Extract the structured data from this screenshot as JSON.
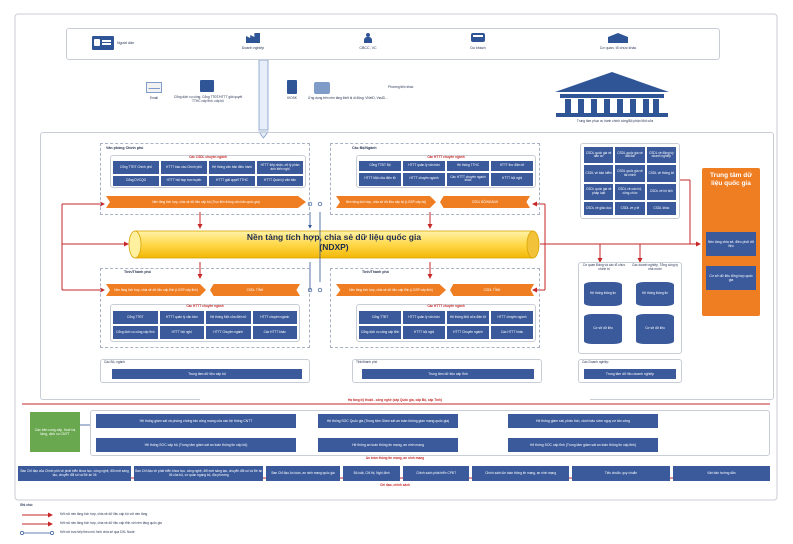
{
  "top_actors": [
    {
      "label": "Người dân",
      "icon": "id-card-icon"
    },
    {
      "label": "Doanh nghiệp",
      "icon": "factory-icon"
    },
    {
      "label": "CBCC, VC",
      "icon": "worker-icon"
    },
    {
      "label": "Du khách",
      "icon": "bus-icon"
    },
    {
      "label": "Cơ quan, tổ chức khác",
      "icon": "building-icon"
    }
  ],
  "channels": {
    "email": "Email",
    "portal": "Cổng dịch vụ công, Cổng TTĐT/HTTT giải quyết TTHC cấp tỉnh, cấp bộ",
    "kiosk": "KIOSK",
    "apps": "Ứng dụng trên nền tảng thiết bị di động: VNeID, VssID...",
    "other": "Phương tiện khác"
  },
  "command_center": "Trung tâm phục vụ hành chính công/Bộ phận Một cửa",
  "ministry_box": {
    "title": "Văn phòng Chính phủ",
    "csdl_header": "Các CSDL chuyên ngành",
    "items": [
      "Cổng TTĐT Chính phủ",
      "HTTT báo cáo Chính phủ",
      "Hệ thống văn bản điều hành",
      "HTTT tiếp nhận, xử lý phản ánh kiến nghị",
      "Cổng DVCQG",
      "HTTT hội họp trực tuyến",
      "HTTT giải quyết TTHC",
      "HTTT Quản lý văn bản"
    ],
    "bus": "Nền tảng tích hợp, chia sẻ dữ liệu cấp bộ (Trục liên thông văn bản quốc gia)"
  },
  "bo_nganh_box": {
    "title": "Các Bộ/Ngành",
    "csdl_header": "Các HTTT chuyên ngành",
    "items": [
      "Cổng TTĐT Bộ",
      "HTTT quản lý văn bản",
      "Hệ thống TTHC",
      "HTTT thư điện tử",
      "HTTT Một cửa điện tử",
      "HTTT chuyên ngành",
      "Các HTTT chuyên ngành khác",
      "HTTT hội nghị"
    ],
    "bus": "Nền tảng tích hợp, chia sẻ dữ liệu cấp bộ (LGSP cấp bộ)",
    "bus_tag": "CSDL BỘ/NGÀNH"
  },
  "ndxp": {
    "line1": "Nền tảng tích hợp, chia sẻ dữ liệu quốc gia",
    "line2": "(NDXP)"
  },
  "province_left": {
    "title": "Tỉnh/Thành phố",
    "bus": "Nền tảng tích hợp, chia sẻ dữ liệu cấp tỉnh (LGSP cấp tỉnh)",
    "bus_tag": "CSDL TỈNH",
    "csdl_header": "Các HTTT chuyên ngành",
    "items": [
      "Cổng TTĐT",
      "HTTT quản lý văn bản",
      "Hệ thống Một cửa điện tử",
      "HTTT chuyên ngành",
      "Cổng dịch vụ công cấp tỉnh",
      "HTTT hội nghị",
      "HTTT Chuyên ngành",
      "Các HTTT khác"
    ]
  },
  "province_right": {
    "title": "Tỉnh/Thành phố",
    "bus": "Nền tảng tích hợp, chia sẻ dữ liệu cấp tỉnh (LGSP cấp tỉnh)",
    "bus_tag": "CSDL TỈNH",
    "csdl_header": "Các HTTT chuyên ngành",
    "items": [
      "Cổng TTĐT",
      "HTTT quản lý văn bản",
      "Hệ thống Một cửa điện tử",
      "HTTT chuyên ngành",
      "Cổng dịch vụ công cấp tỉnh",
      "HTTT hội nghị",
      "HTTT Chuyên ngành",
      "Các HTTT khác"
    ]
  },
  "national_dbs": [
    "CSDL quốc gia về dân cư",
    "CSDL quốc gia về đất đai",
    "CSDL về đăng ký doanh nghiệp",
    "CSDL về bảo hiểm",
    "CSDL quốc gia về tài chính",
    "CSDL về thống kê",
    "CSDL quốc gia về pháp luật",
    "CSDL về cán bộ, công chức",
    "CSDL về hộ tịch",
    "CSDL về giáo dục",
    "CSDL về y tế",
    "CSDL khác"
  ],
  "national_center": {
    "title": "Trung tâm dữ liệu quốc gia",
    "item1": "Nền tảng chia sẻ, điều phối dữ liệu",
    "item2": "Cơ sở dữ liệu tổng hợp quốc gia"
  },
  "right_cylinders": {
    "col1_header": "Cơ quan Đảng và các tổ chức chính trị",
    "col2_header": "Các doanh nghiệp, Tổng công ty nhà nước",
    "col1_a": "Hệ thống thông tin",
    "col1_b": "Cơ sở dữ liệu",
    "col2_a": "Hệ thống thông tin",
    "col2_b": "Cơ sở dữ liệu"
  },
  "data_centers": {
    "left_title": "Các Bộ, ngành",
    "left": "Trung tâm dữ liệu cấp bộ",
    "mid_title": "Tỉnh/thành phố",
    "mid": "Trung tâm dữ liệu cấp tỉnh",
    "right_title": "Các Doanh nghiệp",
    "right": "Trung tâm dữ liệu doanh nghiệp"
  },
  "infra_label": "Hạ tầng kỹ thuật - công nghệ (cấp Quốc gia, cấp Bộ, cấp Tỉnh)",
  "security": {
    "green": "Các bên cung cấp, thuê hạ tầng, dịch vụ CNTT",
    "soc_national": "Hệ thống SOC Quốc gia (Trung tâm Giám sát an toàn không gian mạng quốc gia)",
    "left_top": "Hệ thống giám sát và phòng chống tấn công mạng của các hệ thống CNTT",
    "left_bottom": "Hệ thống SOC cấp bộ (Trung tâm giám sát an toàn thông tin cấp bộ)",
    "mid_bottom": "Hệ thống an toàn thông tin mạng, an ninh mạng",
    "right_top": "Hệ thống giám sát, phân tích, cảnh báo sớm nguy cơ tấn công",
    "right_bottom": "Hệ thống SOC cấp tỉnh (Trung tâm giám sát an toàn thông tin cấp tỉnh)",
    "footer": "An toàn thông tin mạng, an ninh mạng"
  },
  "policies": [
    "Ban Chỉ đạo của Chính phủ về phát triển khoa học, công nghệ, đổi mới sáng tạo, chuyển đổi số và Đề án 06",
    "Ban Chỉ đạo về phát triển khoa học, công nghệ, đổi mới sáng tạo, chuyển đổi số và Đề án 06 của bộ, cơ quan ngang bộ, địa phương",
    "Ban Chỉ đạo An toàn, an ninh mạng quốc gia",
    "Bộ luật, Chỉ thị, Nghị định",
    "Chính sách phát triển CPĐT",
    "Chính sách An toàn thông tin mạng, an ninh mạng",
    "Tiêu chuẩn, quy chuẩn",
    "Văn bản hướng dẫn"
  ],
  "policy_footer": "Chỉ đạo, chính sách",
  "legend": {
    "title": "Ghi chú:",
    "items": [
      "Kết nối nền tảng tích hợp, chia sẻ dữ liệu cấp bộ với nền tảng",
      "Kết nối nền tảng tích hợp, chia sẻ dữ liệu cấp tỉnh với nền tảng quốc gia",
      "Kết nối trực tiếp theo mô hình chia sẻ qua DXL Node"
    ]
  },
  "colors": {
    "navy": "#3a5a9c",
    "orange": "#ef7d22",
    "yellow": "#ffd84a",
    "red": "#c62828",
    "green": "#6aa84f"
  }
}
